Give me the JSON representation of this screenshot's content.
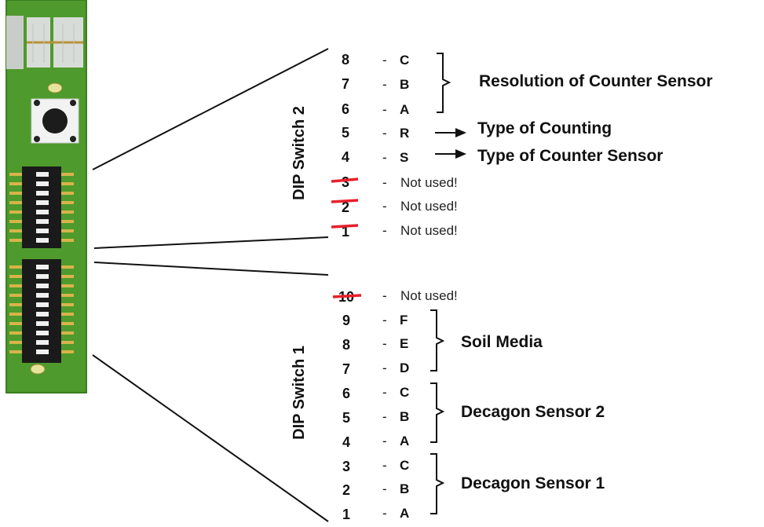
{
  "dip_switch_2": {
    "title": "DIP Switch 2",
    "rows": [
      {
        "num": "8",
        "letter": "C"
      },
      {
        "num": "7",
        "letter": "B"
      },
      {
        "num": "6",
        "letter": "A"
      },
      {
        "num": "5",
        "letter": "R"
      },
      {
        "num": "4",
        "letter": "S"
      },
      {
        "num": "3",
        "note": "Not used!"
      },
      {
        "num": "2",
        "note": "Not used!"
      },
      {
        "num": "1",
        "note": "Not used!"
      }
    ],
    "group_resolution": "Resolution of Counter Sensor",
    "type_of_counting": "Type of Counting",
    "type_of_counter_sensor": "Type of Counter Sensor"
  },
  "dip_switch_1": {
    "title": "DIP Switch 1",
    "rows": [
      {
        "num": "10",
        "note": "Not used!"
      },
      {
        "num": "9",
        "letter": "F"
      },
      {
        "num": "8",
        "letter": "E"
      },
      {
        "num": "7",
        "letter": "D"
      },
      {
        "num": "6",
        "letter": "C"
      },
      {
        "num": "5",
        "letter": "B"
      },
      {
        "num": "4",
        "letter": "A"
      },
      {
        "num": "3",
        "letter": "C"
      },
      {
        "num": "2",
        "letter": "B"
      },
      {
        "num": "1",
        "letter": "A"
      }
    ],
    "group_soil": "Soil Media",
    "group_decagon_2": "Decagon Sensor 2",
    "group_decagon_1": "Decagon Sensor 1"
  },
  "dash": "-",
  "colors": {
    "pcb_green": "#4e9a2c",
    "pcb_dark": "#2f6b1a",
    "strike_red": "#e8202a",
    "switch_black": "#1a1a1a",
    "pin_gold": "#d6b44a"
  }
}
